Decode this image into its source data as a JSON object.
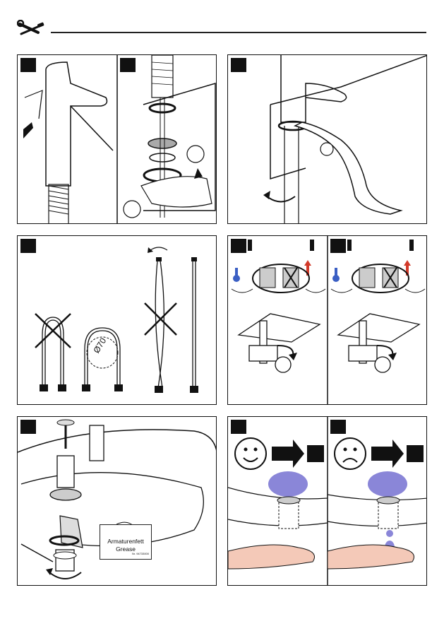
{
  "header": {
    "icon": "wrench-screwdriver-icon"
  },
  "panels": {
    "grease": {
      "line1": "Armaturenfett",
      "line2": "Grease",
      "part_no": "Nr. 94733000"
    },
    "hoses": {
      "diameter_label": "Ø70"
    }
  },
  "colors": {
    "accent_blue": "#3b5fc4",
    "accent_red": "#d23a2a",
    "skin": "#f4c9b8",
    "water": "#8a86d8"
  }
}
